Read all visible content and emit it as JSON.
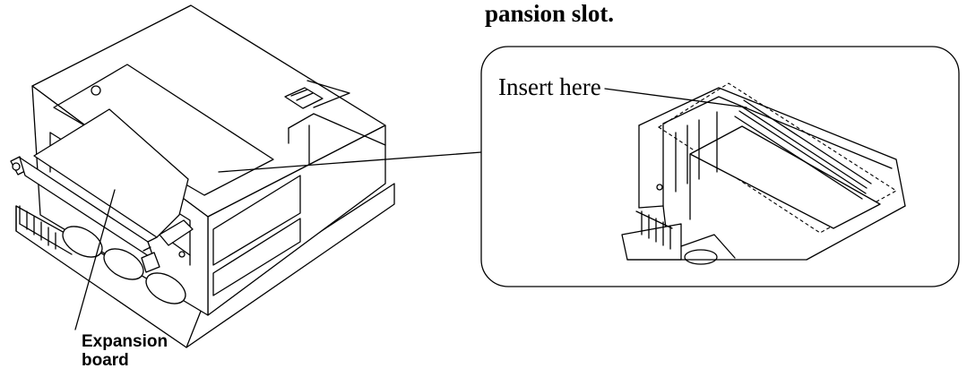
{
  "heading": {
    "text": "pansion slot."
  },
  "inset": {
    "insert_label": "Insert here"
  },
  "callout": {
    "line1": "Expansion",
    "line2": "board"
  },
  "icons": {
    "computer": "computer-chassis-illustration",
    "slot": "expansion-slot-illustration",
    "board": "expansion-board-illustration"
  },
  "colors": {
    "ink": "#000000",
    "paper": "#ffffff"
  }
}
